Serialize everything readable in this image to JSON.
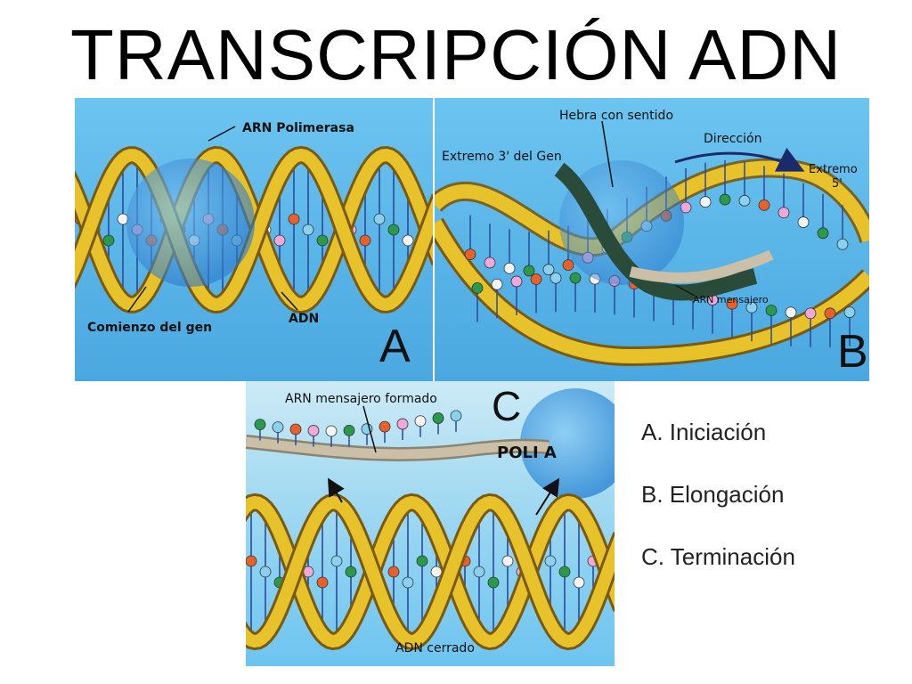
{
  "title": "TRANSCRIPCIÓN ADN",
  "panel_a": {
    "letter": "A",
    "labels": {
      "polymerase": "ARN Polimerasa",
      "gene_start": "Comienzo del gen",
      "dna": "ADN"
    }
  },
  "panel_b": {
    "letter": "B",
    "labels": {
      "sense_strand": "Hebra con sentido",
      "gene_3_end": "Extremo 3' del Gen",
      "direction": "Dirección",
      "end_label": "Extremo",
      "end_value": "5'",
      "mrna": "ARN mensajero"
    }
  },
  "panel_c": {
    "letter": "C",
    "labels": {
      "mrna_formed": "ARN mensajero formado",
      "poly_a": "POLI A",
      "closed_dna": "ADN cerrado"
    }
  },
  "stages": [
    "A. Iniciación",
    "B. Elongación",
    "C. Terminación"
  ],
  "colors": {
    "panel_bg": "#5cb8e8",
    "strand": "#e8c22a",
    "strand_edge": "#7a5a10",
    "rung": "#2a4a9a",
    "base_orange": "#e8602a",
    "base_green": "#2a9a4a",
    "base_pink": "#f0a8d8",
    "base_blue": "#8ad0f0",
    "base_white": "#f4f4f4",
    "mrna": "#cbbfa8",
    "polymerase": "#3a90d8"
  }
}
